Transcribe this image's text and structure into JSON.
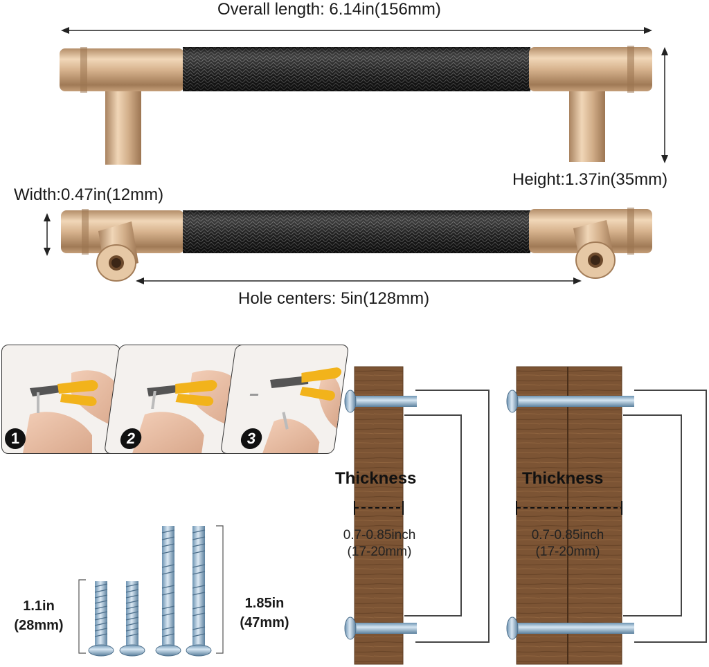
{
  "dimensions": {
    "overall_length": "Overall length: 6.14in(156mm)",
    "height": "Height:1.37in(35mm)",
    "width": "Width:0.47in(12mm)",
    "hole_centers": "Hole centers: 5in(128mm)"
  },
  "steps": [
    {
      "number": "1"
    },
    {
      "number": "2"
    },
    {
      "number": "3"
    }
  ],
  "screws": {
    "short": {
      "inch": "1.1in",
      "mm": "(28mm)"
    },
    "long": {
      "inch": "1.85in",
      "mm": "(47mm)"
    }
  },
  "installs": [
    {
      "label": "Thickness",
      "range_inch": "0.7-0.85inch",
      "range_mm": "(17-20mm)"
    },
    {
      "label": "Thickness",
      "range_inch": "0.7-0.85inch",
      "range_mm": "(17-20mm)"
    }
  ],
  "colors": {
    "gold": "#c9a47e",
    "knurl": "#1c1c1c",
    "wood": "#7a5232",
    "screw": "#8fb4cf"
  }
}
